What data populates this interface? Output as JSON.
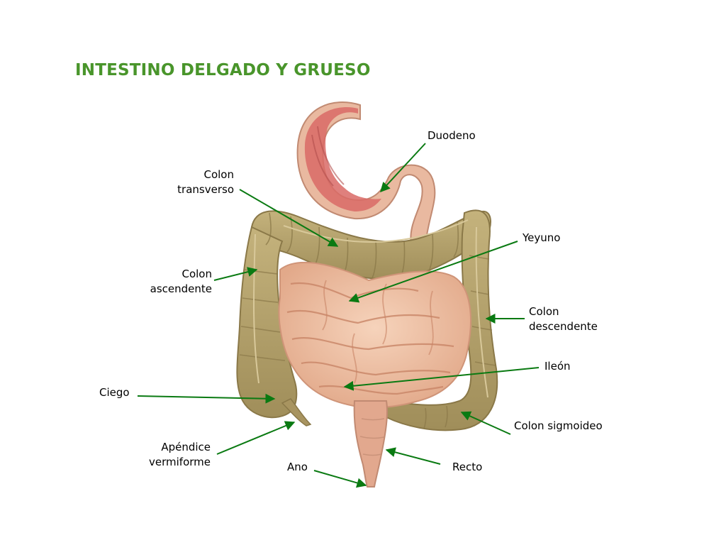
{
  "title": "INTESTINO DELGADO Y GRUESO",
  "colors": {
    "title": "#49952b",
    "leader_line": "#0a7a12",
    "colon": "#b3a06a",
    "colon_shadow": "#8a7848",
    "small_intestine": "#efbfa1",
    "small_intestine_shadow": "#cf9478",
    "duodenum_interior": "#d96a66",
    "rectum": "#e2a88e"
  },
  "labels": {
    "duodeno": [
      "Duodeno"
    ],
    "colon_transverso": [
      "Colon",
      "transverso"
    ],
    "yeyuno": [
      "Yeyuno"
    ],
    "colon_ascendente": [
      "Colon",
      "ascendente"
    ],
    "colon_descendente": [
      "Colon",
      "descendente"
    ],
    "ileon": [
      "Ileón"
    ],
    "ciego": [
      "Ciego"
    ],
    "colon_sigmoideo": [
      "Colon sigmoideo"
    ],
    "apendice": [
      "Apéndice",
      "vermiforme"
    ],
    "ano": [
      "Ano"
    ],
    "recto": [
      "Recto"
    ]
  }
}
